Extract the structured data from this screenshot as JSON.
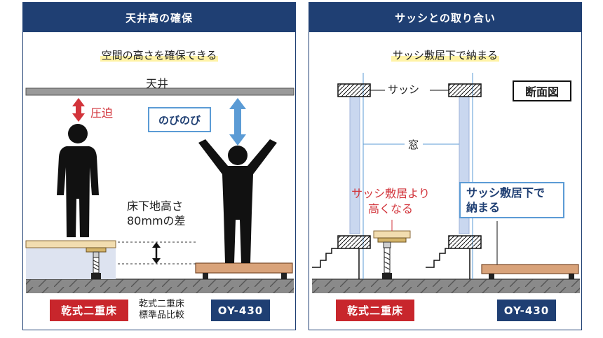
{
  "left_panel": {
    "title": "天井高の確保",
    "subtitle": "空間の高さを確保できる",
    "ceiling_label": "天井",
    "pressure_label": "圧迫",
    "nobinobi_label": "のびのび",
    "diff_label_line1": "床下地高さ",
    "diff_label_line2": "80mmの差",
    "badge_left": "乾式二重床",
    "compare_line1": "乾式二重床",
    "compare_line2": "標準品比較",
    "badge_right": "OY-430"
  },
  "right_panel": {
    "title": "サッシとの取り合い",
    "subtitle": "サッシ敷居下で納まる",
    "sash_label": "サッシ",
    "section_label": "断面図",
    "window_label": "窓",
    "red_note_line1": "サッシ敷居より",
    "red_note_line2": "高くなる",
    "blue_note_line1": "サッシ敷居下で",
    "blue_note_line2": "納まる",
    "badge_left": "乾式二重床",
    "badge_right": "OY-430"
  },
  "colors": {
    "navy": "#1f3f73",
    "red": "#c8262c",
    "light_blue": "#5b9bd5",
    "floor_wood": "#d9a37a",
    "concrete": "#8a8a8a"
  }
}
